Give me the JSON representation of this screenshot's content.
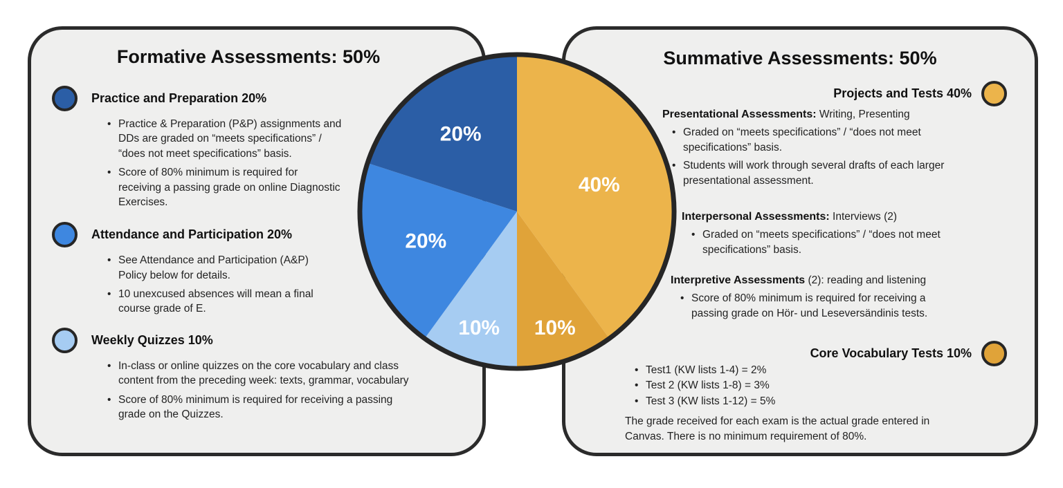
{
  "colors": {
    "dark_blue": "#2B5EA6",
    "medium_blue": "#3E87E0",
    "light_blue": "#A6CCF2",
    "gold": "#ECB44B",
    "dark_gold": "#E0A339",
    "outline": "#262626",
    "panel_fill": "#EFEFEE",
    "panel_border": "#2B2B2B"
  },
  "left_panel": {
    "title": "Formative Assessments: 50%",
    "items": [
      {
        "icon_color": "#2B5EA6",
        "heading": "Practice and Preparation 20%",
        "bullets": [
          "Practice & Preparation (P&P) assignments and DDs are graded on “meets specifications” / “does not meet specifications” basis.",
          "Score of 80% minimum is required for receiving a passing grade on online Diagnostic Exercises."
        ]
      },
      {
        "icon_color": "#3E87E0",
        "heading": "Attendance and Participation 20%",
        "bullets": [
          "See Attendance and Participation (A&P) Policy below for details.",
          "10 unexcused absences will mean a final course grade of E."
        ]
      },
      {
        "icon_color": "#A6CCF2",
        "heading": "Weekly Quizzes 10%",
        "bullets": [
          "In-class or online quizzes on the core vocabulary and class content from the preceding week: texts, grammar, vocabulary",
          "Score of 80% minimum is required for receiving a passing grade on the Quizzes."
        ]
      }
    ]
  },
  "right_panel": {
    "title": "Summative Assessments: 50%",
    "projects_heading": "Projects and Tests 40%",
    "subsections": [
      {
        "bold": "Presentational Assessments:",
        "rest": " Writing, Presenting",
        "bullets": [
          "Graded on “meets specifications” / “does not meet specifications” basis.",
          "Students will work through several drafts of each larger presentational assessment."
        ]
      },
      {
        "bold": "Interpersonal Assessments:",
        "rest": " Interviews (2)",
        "bullets": [
          "Graded on “meets specifications” / “does not meet specifications” basis."
        ]
      },
      {
        "bold": "Interpretive Assessments",
        "rest": " (2): reading and listening",
        "bullets": [
          "Score of 80% minimum is required for receiving a passing grade on Hör- und Leseversändinis tests."
        ]
      }
    ],
    "vocab_heading": "Core Vocabulary Tests 10%",
    "tests": [
      "Test1 (KW lists 1-4)  = 2%",
      "Test 2 (KW lists 1-8) = 3%",
      "Test 3 (KW lists 1-12) = 5%"
    ],
    "note": "The grade received for each exam is the actual grade entered in Canvas. There is no minimum requirement of 80%."
  },
  "chart_data": {
    "type": "pie",
    "start_angle_deg": 0,
    "direction": "clockwise",
    "outline_color": "#262626",
    "slices": [
      {
        "name": "Projects and Tests",
        "value": 40,
        "label": "40%",
        "color": "#ECB44B"
      },
      {
        "name": "Core Vocabulary Tests",
        "value": 10,
        "label": "10%",
        "color": "#E0A339"
      },
      {
        "name": "Weekly Quizzes",
        "value": 10,
        "label": "10%",
        "color": "#A6CCF2"
      },
      {
        "name": "Attendance and Participation",
        "value": 20,
        "label": "20%",
        "color": "#3E87E0"
      },
      {
        "name": "Practice and Preparation",
        "value": 20,
        "label": "20%",
        "color": "#2B5EA6"
      }
    ]
  }
}
